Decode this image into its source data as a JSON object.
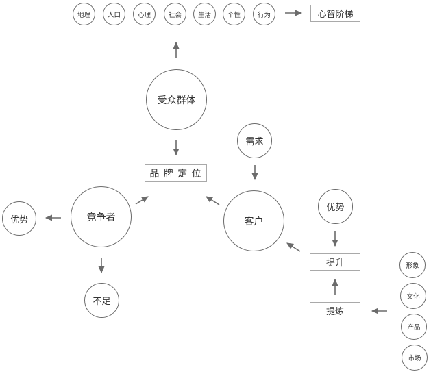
{
  "colors": {
    "stroke": "#6b6b6b",
    "box_border": "#a9a9a9",
    "text": "#333333",
    "background": "#ffffff"
  },
  "diagram": {
    "top_factors": [
      "地理",
      "人口",
      "心理",
      "社会",
      "生活",
      "个性",
      "行为"
    ],
    "mind_ladder": "心智阶梯",
    "audience": "受众群体",
    "brand_positioning": "品 牌 定 位",
    "demand": "需求",
    "competitor": "竞争者",
    "customer": "客户",
    "competitor_strength": "优势",
    "competitor_weakness": "不足",
    "own_strength": "优势",
    "improve": "提升",
    "refine": "提炼",
    "refine_sources": [
      "形象",
      "文化",
      "产品",
      "市场"
    ]
  }
}
